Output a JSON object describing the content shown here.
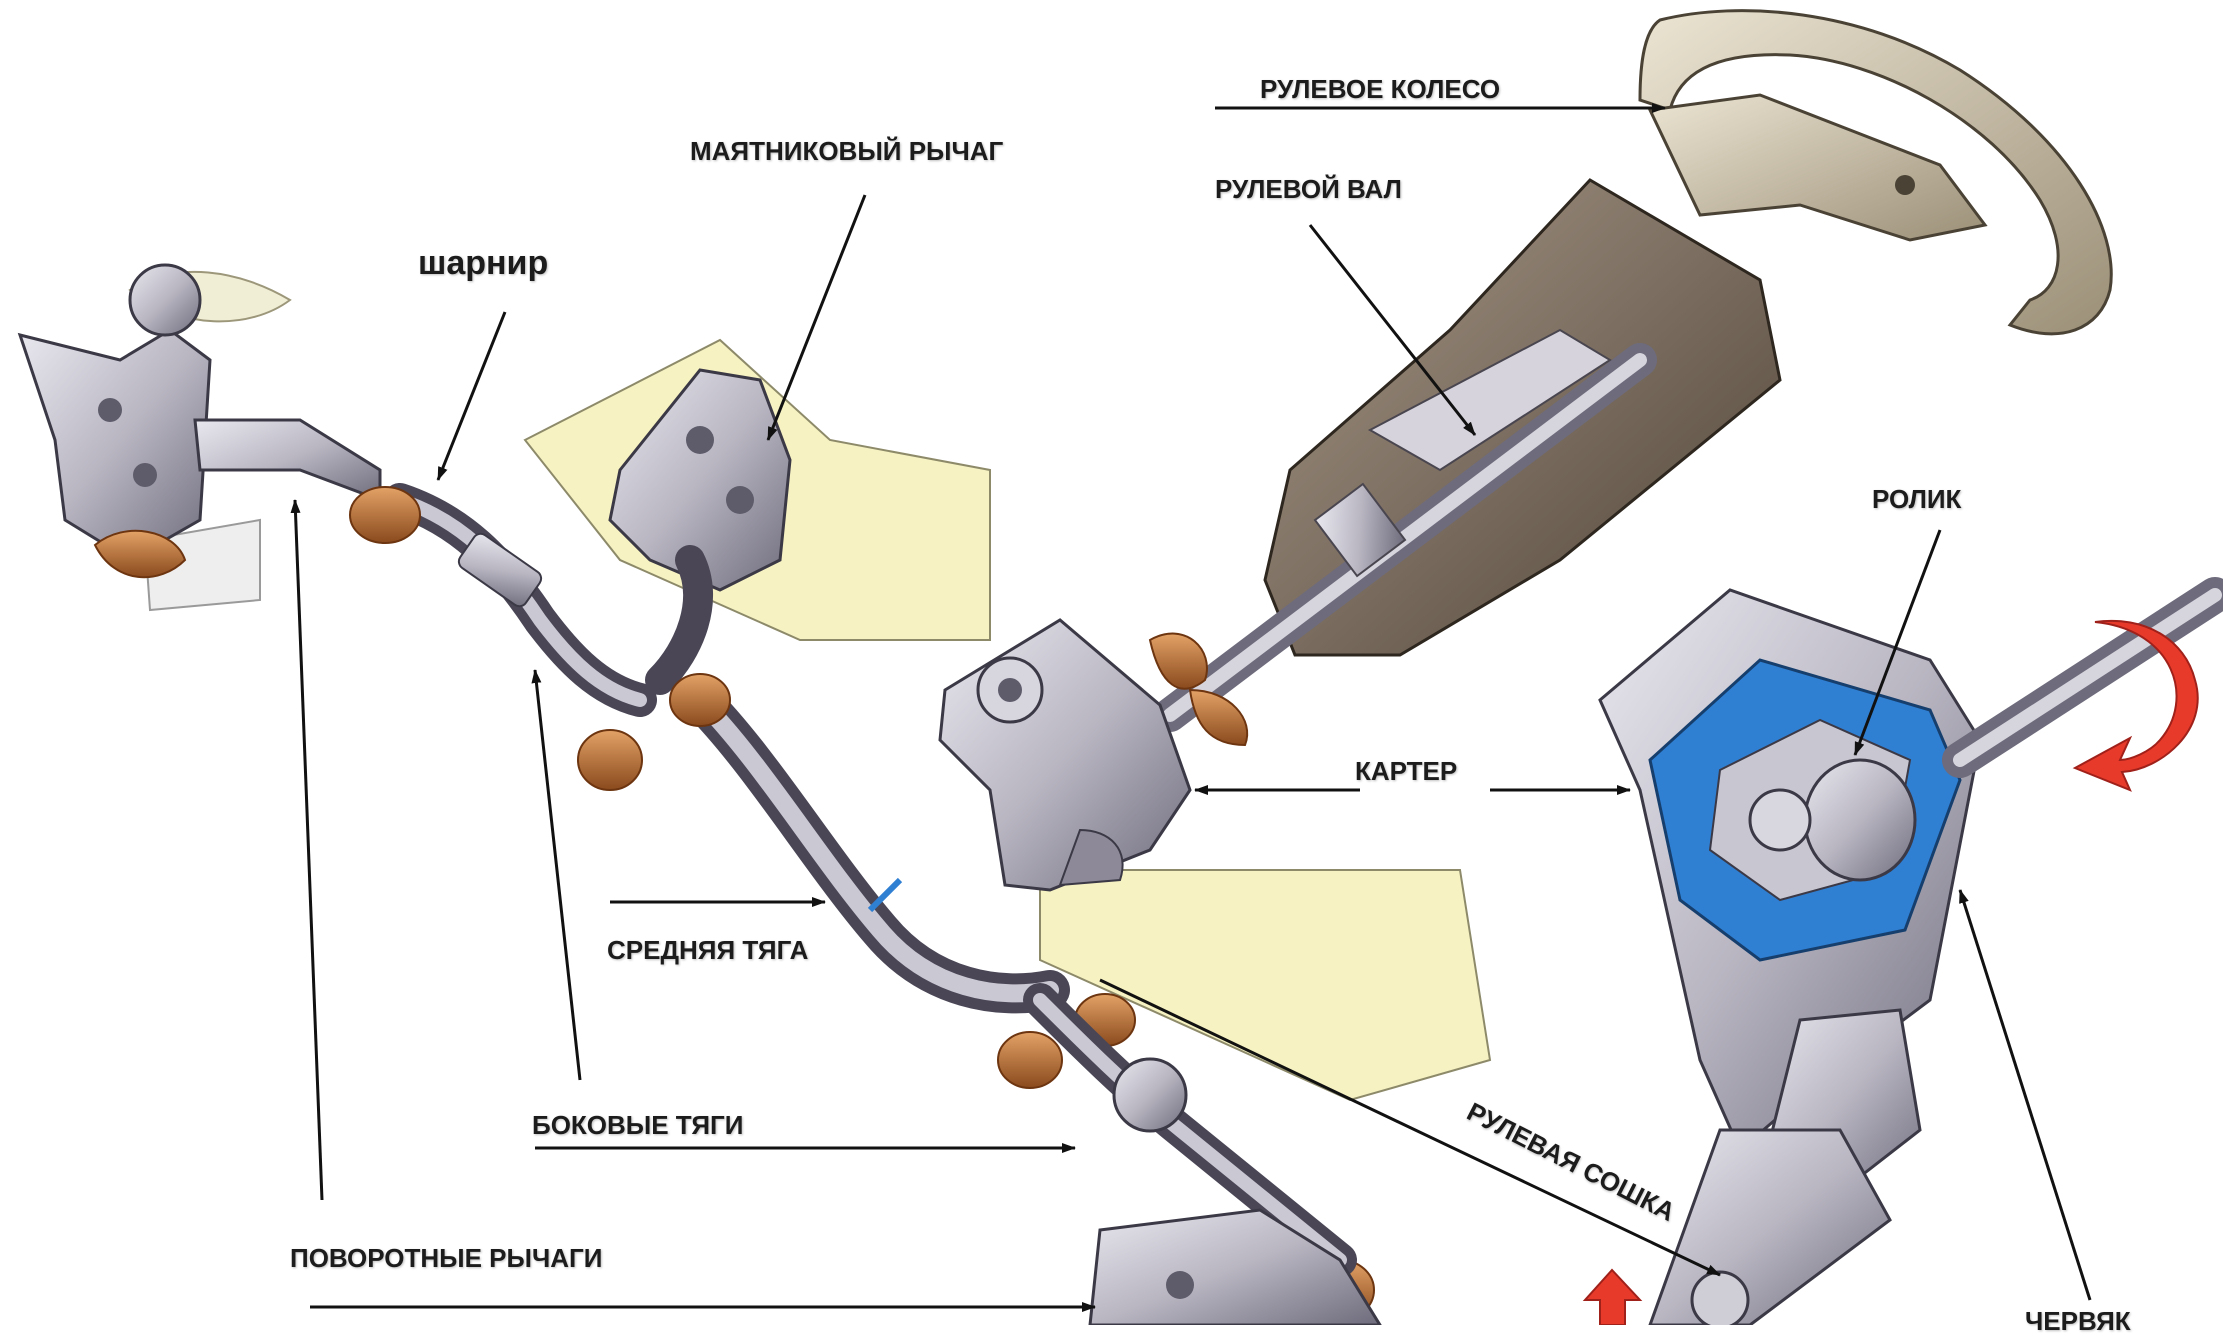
{
  "labels": {
    "rulevoe_koleso": "РУЛЕВОЕ КОЛЕСО",
    "mayatnikovy_rychag": "МАЯТНИКОВЫЙ РЫЧАГ",
    "rulevoy_val": "РУЛЕВОЙ ВАЛ",
    "sharnir": "шарнир",
    "rolik": "РОЛИК",
    "karter": "КАРТЕР",
    "srednyaya_tyaga": "СРЕДНЯЯ ТЯГА",
    "bokovye_tyagi": "БОКОВЫЕ ТЯГИ",
    "rulevaya_soshka": "РУЛЕВАЯ СОШКА",
    "povorotnye_rychagi": "ПОВОРОТНЫЕ РЫЧАГИ",
    "chervyak": "ЧЕРВЯК"
  },
  "colors": {
    "metal": "#b9b6c2",
    "metal_dark": "#5e5b6b",
    "rubber": "#b5672e",
    "body_panel": "#f6f2c2",
    "gearbox_section": "#2f7fd3",
    "rotation_arrow": "#e83a2a",
    "steering_wheel": "#c9bfa8",
    "column_housing": "#7d6f60",
    "leader_line": "#111111"
  },
  "icons": {
    "rotation": "curved-arrow-icon",
    "forward": "up-arrow-icon"
  }
}
